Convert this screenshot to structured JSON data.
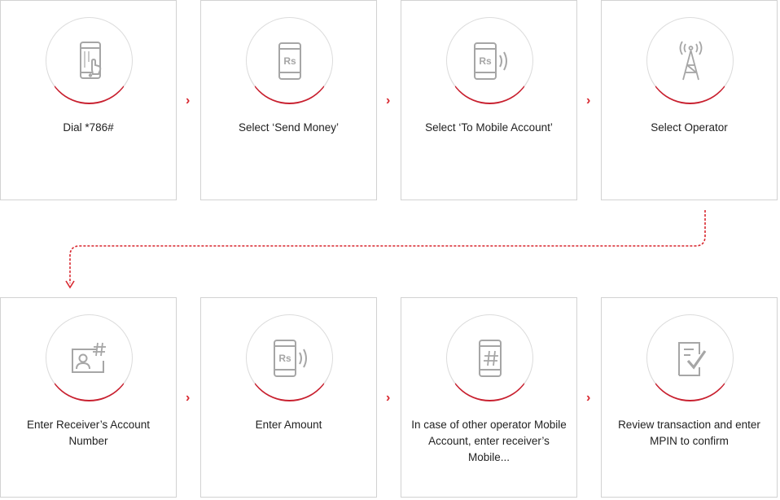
{
  "steps": [
    {
      "label": "Dial *786#",
      "icon": "phone-dialpad-icon"
    },
    {
      "label": "Select ‘Send Money’",
      "icon": "phone-rs-icon"
    },
    {
      "label": "Select ‘To Mobile Account’",
      "icon": "phone-rs-signal-icon"
    },
    {
      "label": "Select Operator",
      "icon": "tower-icon"
    },
    {
      "label": "Enter Receiver’s Account Number",
      "icon": "account-hash-icon"
    },
    {
      "label": "Enter Amount",
      "icon": "phone-rs-signal-icon"
    },
    {
      "label": "In case of other operator Mobile Account, enter receiver’s Mobile...",
      "icon": "phone-hash-icon"
    },
    {
      "label": "Review transaction and enter MPIN to confirm",
      "icon": "document-check-icon"
    }
  ],
  "arrow_glyph": "›",
  "colors": {
    "accent": "#c8202f",
    "icon": "#a6a6a6",
    "border": "#d2d2d2"
  }
}
